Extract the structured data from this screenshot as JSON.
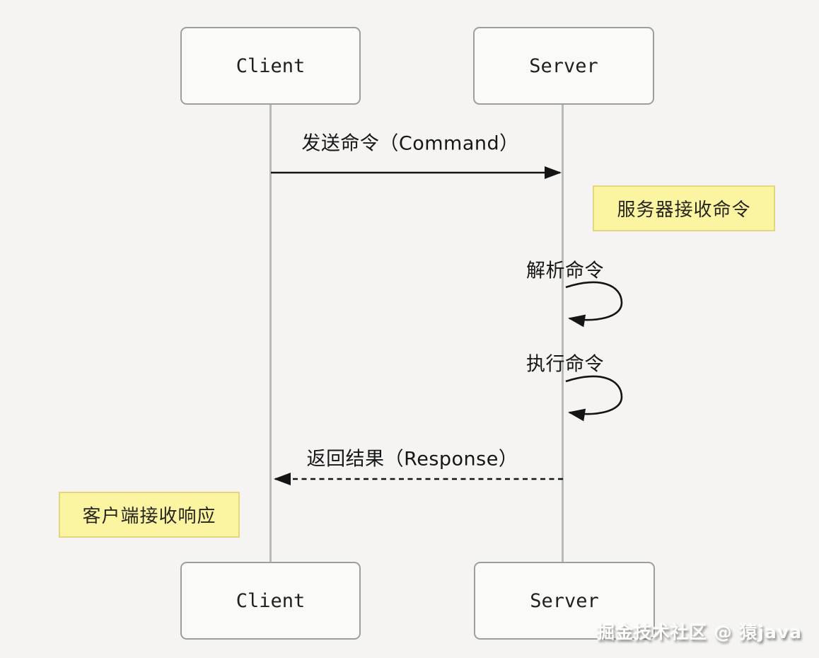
{
  "diagram_type": "sequence-diagram",
  "actors": [
    {
      "id": "client",
      "label": "Client"
    },
    {
      "id": "server",
      "label": "Server"
    }
  ],
  "events": [
    {
      "type": "message",
      "from": "Client",
      "to": "Server",
      "line": "solid",
      "label": "发送命令（Command）"
    },
    {
      "type": "note",
      "position": "right of Server",
      "label": "服务器接收命令"
    },
    {
      "type": "self-loop",
      "actor": "Server",
      "label": "解析命令"
    },
    {
      "type": "self-loop",
      "actor": "Server",
      "label": "执行命令"
    },
    {
      "type": "message",
      "from": "Server",
      "to": "Client",
      "line": "dashed",
      "label": "返回结果（Response）"
    },
    {
      "type": "note",
      "position": "left of Client",
      "label": "客户端接收响应"
    }
  ],
  "watermark": "掘金技术社区 @ 猿java",
  "colors": {
    "background": "#f5f4f2",
    "actor_fill": "#fafaf9",
    "actor_border": "#9e9e9e",
    "lifeline": "#b9b9b9",
    "arrow": "#141414",
    "note_fill": "#fbf5a1",
    "note_border": "#e2d77c",
    "text": "#1f1f1f",
    "watermark_text": "#fcfcfa"
  }
}
